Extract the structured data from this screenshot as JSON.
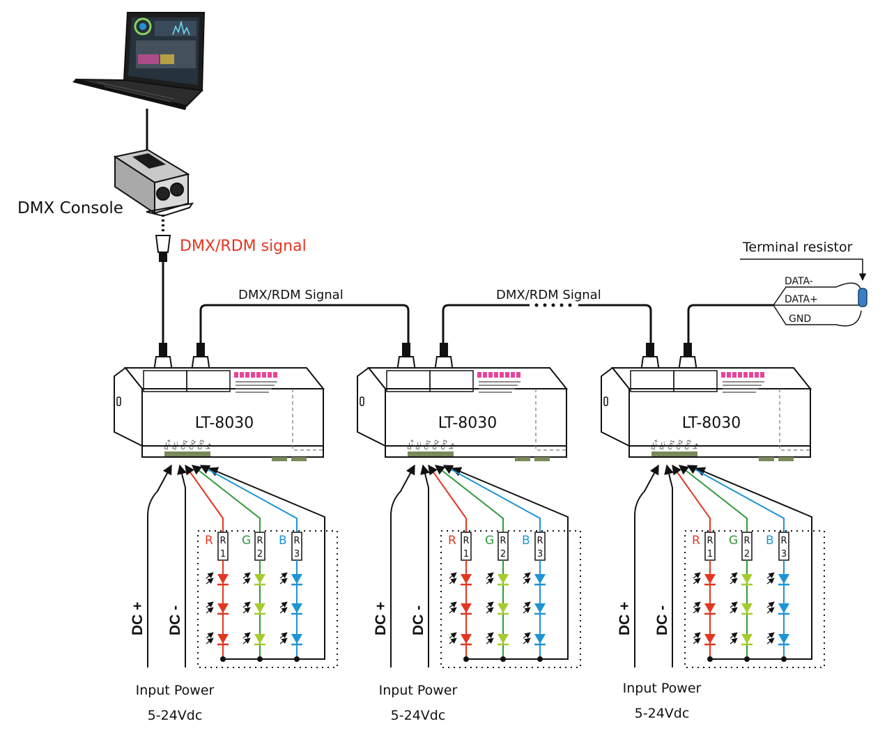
{
  "console": {
    "label": "DMX Console"
  },
  "signal": {
    "main_label": "DMX/RDM signal",
    "main_color": "#e2361f",
    "link_label_1": "DMX/RDM Signal",
    "link_label_2": "DMX/RDM Signal"
  },
  "terminal": {
    "title": "Terminal resistor",
    "wires": [
      "DATA-",
      "DATA+",
      "GND"
    ]
  },
  "decoder": {
    "model": "LT-8030",
    "pin_labels": [
      "DC+",
      "DC-",
      "CH1",
      "CH2",
      "CH3",
      "V+"
    ]
  },
  "led_channels": [
    {
      "letter": "R",
      "resistor": [
        "R",
        "1"
      ],
      "color": "#e2361f"
    },
    {
      "letter": "G",
      "resistor": [
        "R",
        "2"
      ],
      "color": "#2f9a3a"
    },
    {
      "letter": "B",
      "resistor": [
        "R",
        "3"
      ],
      "color": "#1c94d6"
    }
  ],
  "led_fill_colors": [
    "#e2361f",
    "#a5cc2e",
    "#1c94d6"
  ],
  "power": {
    "dc_plus": "DC +",
    "dc_minus": "DC -",
    "line1": "Input Power",
    "line2": "5-24Vdc"
  }
}
